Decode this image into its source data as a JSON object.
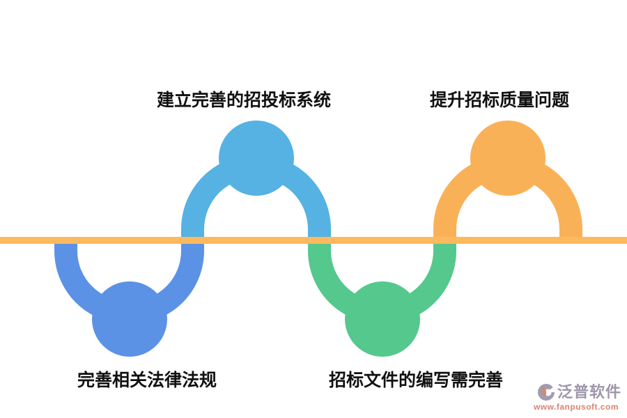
{
  "diagram": {
    "background_color": "#ffffff",
    "timeline_color": "#FCB95D",
    "label_color": "#111111",
    "nodes": [
      {
        "label": "完善相关法律法规",
        "color": "#5C92E5",
        "position": "below-line",
        "shape": "u-connector-with-circle"
      },
      {
        "label": "建立完善的招投标系统",
        "color": "#55B2E2",
        "position": "above-line",
        "shape": "arch-connector-with-circle"
      },
      {
        "label": "招标文件的编写需完善",
        "color": "#55C88D",
        "position": "below-line",
        "shape": "u-connector-with-circle"
      },
      {
        "label": "提升招标质量问题",
        "color": "#F9B158",
        "position": "above-line",
        "shape": "arch-connector-with-circle"
      }
    ]
  },
  "watermark": {
    "brand": "泛普软件",
    "url": "www.fanpusoft.com",
    "brand_color": "#9E96AA",
    "url_color": "#D9836F",
    "logo_ring_color": "#A39BAF",
    "logo_leaf_color": "#CE8C70"
  }
}
